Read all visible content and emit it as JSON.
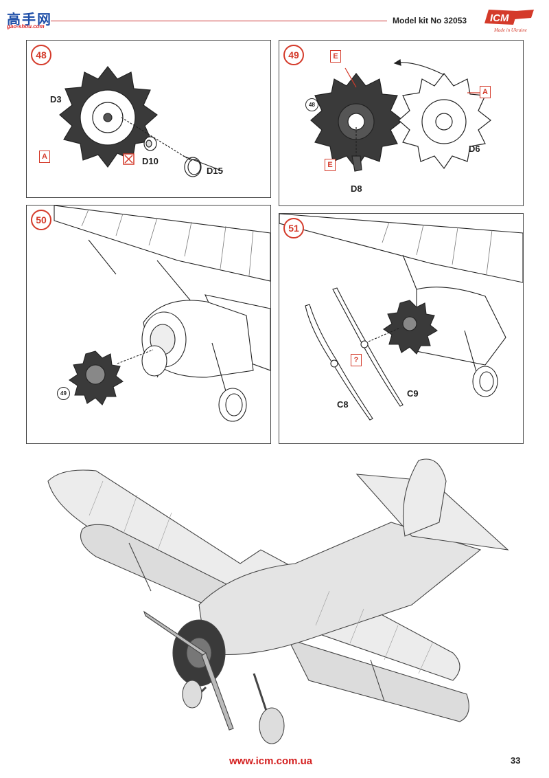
{
  "watermark": {
    "cn": "高手网",
    "url": "gao-shou.com"
  },
  "header": {
    "title": "Model kit No 32053",
    "logo_text": "ICM",
    "logo_tagline": "Made in Ukraine"
  },
  "steps": [
    {
      "number": "48",
      "labels": [
        "D3",
        "D10",
        "D15"
      ],
      "boxes": [
        "A"
      ]
    },
    {
      "number": "49",
      "labels": [
        "D6",
        "D8"
      ],
      "boxes": [
        "E",
        "A",
        "E"
      ],
      "refs": [
        "48"
      ]
    },
    {
      "number": "50",
      "refs": [
        "49"
      ]
    },
    {
      "number": "51",
      "labels": [
        "C8",
        "C9"
      ],
      "boxes": [
        "?"
      ]
    }
  ],
  "footer": {
    "url": "www.icm.com.ua",
    "page": "33"
  },
  "colors": {
    "accent": "#d43a2a",
    "line": "#444444"
  }
}
